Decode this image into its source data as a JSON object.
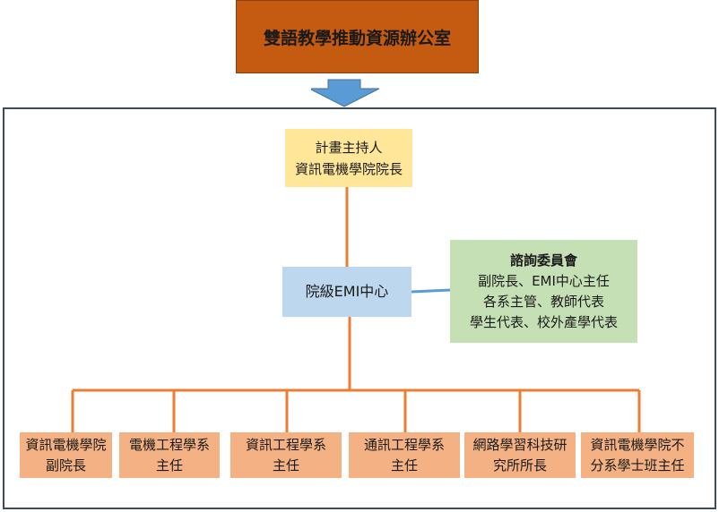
{
  "office": {
    "title": "雙語教學推動資源辦公室"
  },
  "pi": {
    "line1": "計畫主持人",
    "line2": "資訊電機學院院長"
  },
  "center": {
    "label": "院級EMI中心"
  },
  "advisory": {
    "title": "諮詢委員會",
    "line1": "副院長、EMI中心主任",
    "line2": "各系主管、教師代表",
    "line3": "學生代表、校外產學代表"
  },
  "units": [
    {
      "line1": "資訊電機學院",
      "line2": "副院長"
    },
    {
      "line1": "電機工程學系",
      "line2": "主任"
    },
    {
      "line1": "資訊工程學系",
      "line2": "主任"
    },
    {
      "line1": "通訊工程學系",
      "line2": "主任"
    },
    {
      "line1": "網路學習科技研",
      "line2": "究所所長"
    },
    {
      "line1": "資訊電機學院不",
      "line2": "分系學士班主任"
    }
  ],
  "colors": {
    "office": "#c55a11",
    "pi": "#ffe699",
    "center": "#bdd7ee",
    "advisory": "#c5e0b4",
    "unit": "#f4b183",
    "connector_orange": "#ed7d31",
    "connector_blue": "#5b9bd5",
    "arrow": "#5b9bd5"
  }
}
